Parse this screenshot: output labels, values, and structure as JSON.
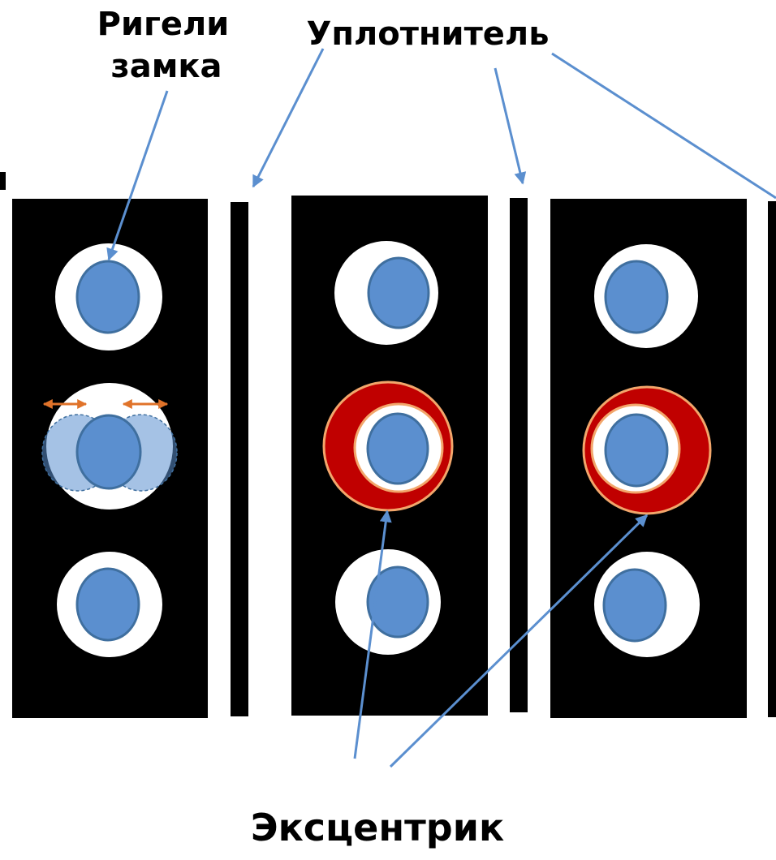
{
  "labels": {
    "bolts_line1": "Ригели",
    "bolts_line2": "замка",
    "seal": "Уплотнитель",
    "eccentric": "Эксцентрик"
  },
  "colors": {
    "plate": "#000000",
    "bolt": "#5b8fcf",
    "eccentric": "#c00000",
    "eccentric_rim": "#f2a66b",
    "leader": "#5b8fcf",
    "motion_arrow": "#e0732a"
  },
  "icons": {
    "motion": "double-headed-arrow",
    "leader": "arrow"
  }
}
